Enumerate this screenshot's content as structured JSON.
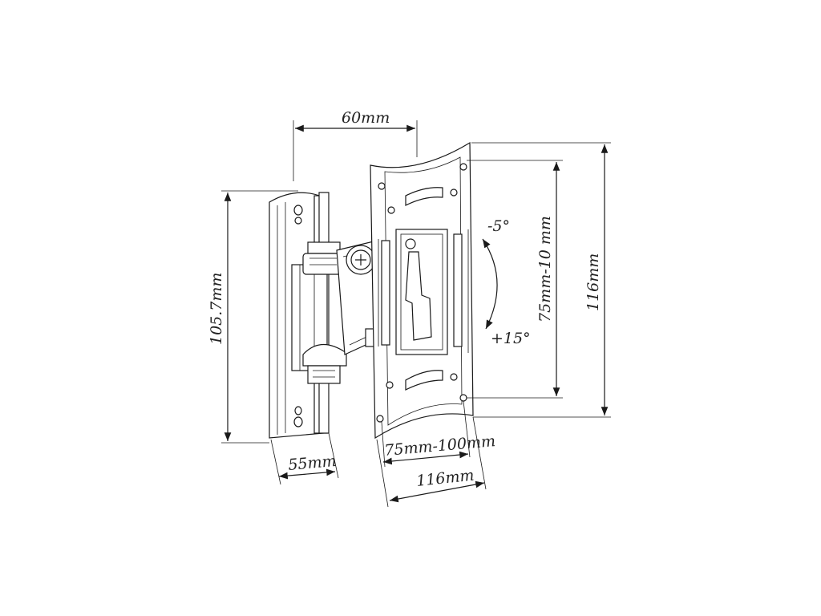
{
  "dimensions": {
    "arm_extension": "60mm",
    "wall_plate_height": "105.7mm",
    "wall_plate_width": "55mm",
    "vesa_horizontal": "75mm-100mm",
    "vesa_vertical": "75mm-10 mm",
    "bracket_width": "116mm",
    "bracket_height": "116mm"
  },
  "tilt": {
    "up": "-5°",
    "down": "+15°"
  }
}
